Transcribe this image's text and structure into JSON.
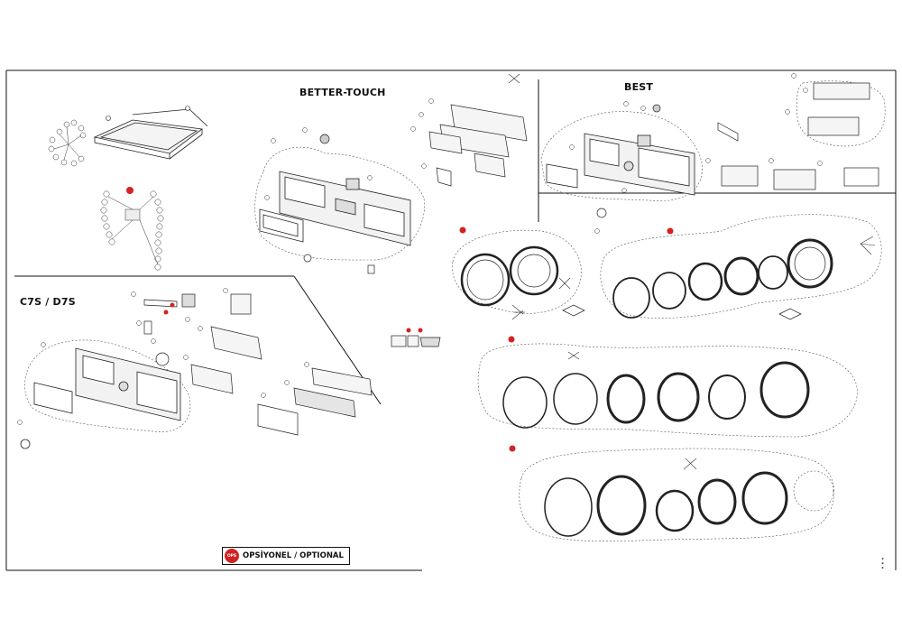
{
  "sections": {
    "better_touch": "BETTER-TOUCH",
    "best": "BEST",
    "c7s_d7s": "C7S / D7S"
  },
  "legend": {
    "icon_text": "OPS",
    "label": "OPSİYONEL / OPTIONAL"
  },
  "colors": {
    "optional_marker": "#d42222",
    "line": "#222222",
    "frame": "#000000"
  },
  "page_code": "▪▪▪"
}
